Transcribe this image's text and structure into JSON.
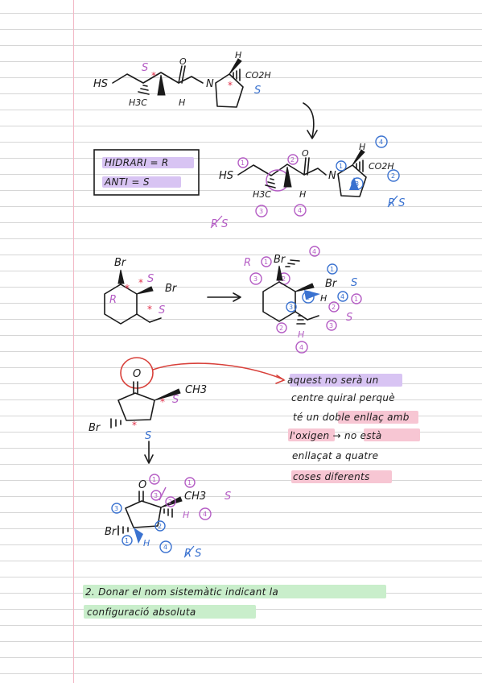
{
  "box": {
    "line1": "HIDRARI = R",
    "line2": "ANTI = S"
  },
  "mol1": {
    "hs": "HS",
    "h3c": "H3C",
    "h": "H",
    "n": "N",
    "h_top": "H",
    "co2h": "CO2H",
    "s_label_1": "S",
    "s_label_2": "S"
  },
  "mol1b": {
    "hs": "HS",
    "h3c": "H3C",
    "h": "H",
    "n": "N",
    "h_top": "H",
    "co2h": "CO2H",
    "o": "O",
    "rs_right": "R S",
    "rs_left": "R S"
  },
  "mol2": {
    "br1": "Br",
    "br2": "Br",
    "r_label": "R",
    "s_label_1": "S",
    "s_label_2": "S"
  },
  "mol2b": {
    "br1": "Br",
    "br2": "Br",
    "h": "H",
    "h2": "H",
    "r_label": "R",
    "s_label": "S",
    "s_label_2": "S"
  },
  "mol3": {
    "o": "O",
    "ch3": "CH3",
    "br": "Br",
    "s_label_1": "S",
    "s_label_2": "S"
  },
  "mol3b": {
    "o": "O",
    "ch3": "CH3",
    "br": "Br",
    "h": "H",
    "h2": "H",
    "s_label": "S",
    "rs": "R S"
  },
  "note": {
    "line1": "aquest no serà un",
    "line2": "centre quiral perquè",
    "line3": "té un doble enllaç amb",
    "line4": "l'oxigen → no està",
    "line5": "enllaçat a quatre",
    "line6": "coses diferents"
  },
  "exercise": {
    "line1": "2. Donar el nom sistemàtic indicant la",
    "line2": "configuració absoluta"
  },
  "colors": {
    "purple": "#b45cc4",
    "blue": "#3a72d0",
    "red": "#e0304a",
    "highlight_purple": "#d8c4f3",
    "highlight_pink": "#f7c6d3",
    "highlight_green": "#c9eecb"
  }
}
